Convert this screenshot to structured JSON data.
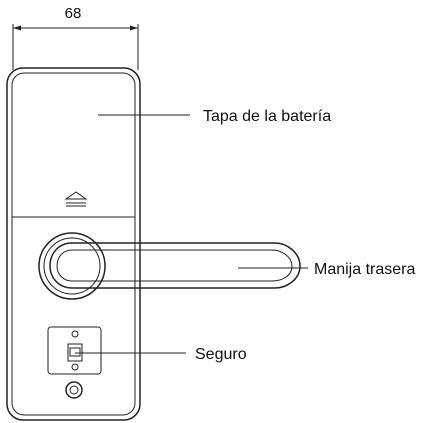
{
  "diagram": {
    "dimension": {
      "value": "68"
    },
    "callouts": [
      {
        "id": "battery-cover",
        "label": "Tapa de la batería"
      },
      {
        "id": "rear-handle",
        "label": "Manija trasera"
      },
      {
        "id": "lock",
        "label": "Seguro"
      }
    ],
    "colors": {
      "line": "#222222",
      "background": "#ffffff"
    }
  }
}
